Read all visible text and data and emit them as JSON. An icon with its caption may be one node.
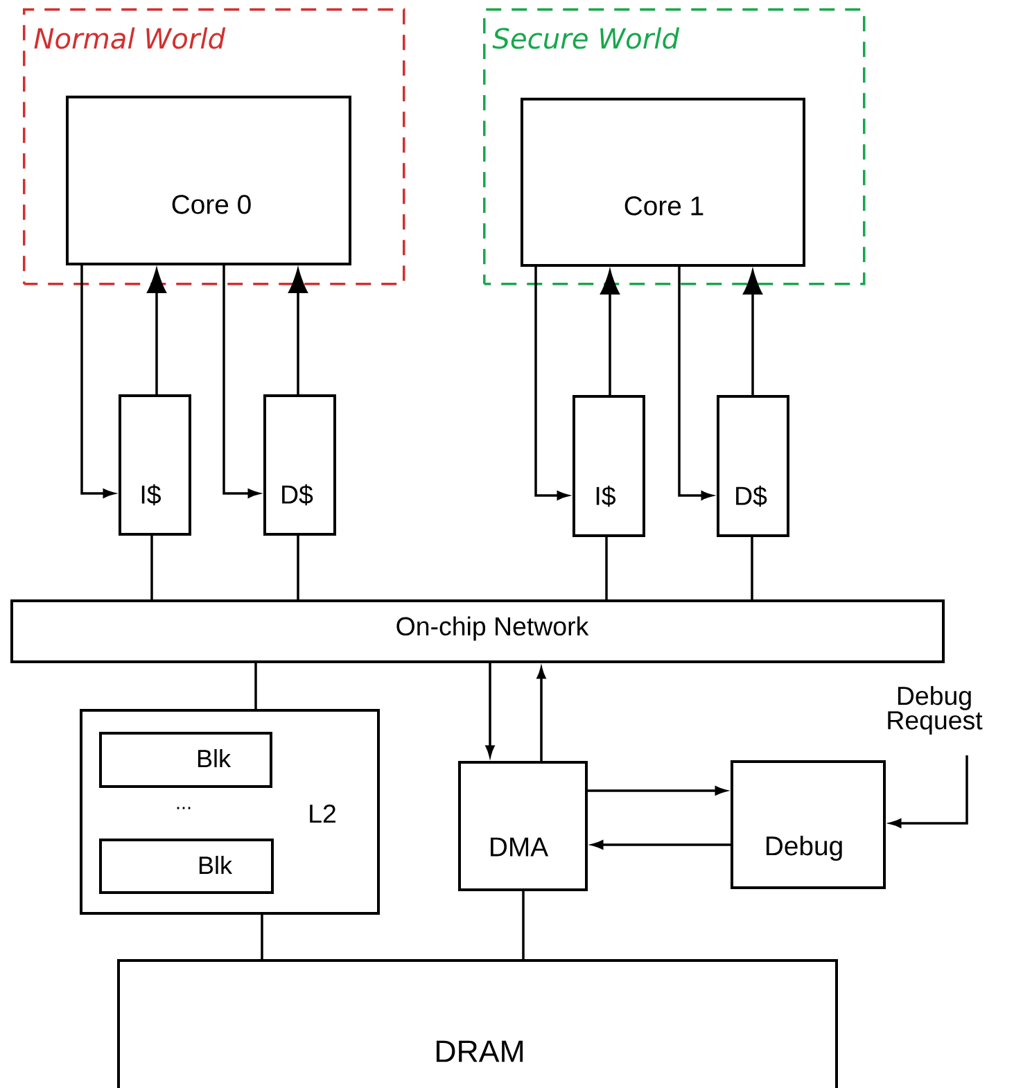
{
  "diagram": {
    "nodes": [
      {
        "text": [
          "Normal World"
        ]
      },
      {
        "text": [
          "Core 0"
        ],
        "in": 0
      },
      {
        "text": [
          "Secure World"
        ]
      },
      {
        "text": [
          "Core 1"
        ],
        "in": 2
      },
      {
        "text": [
          "I$"
        ]
      },
      {
        "text": [
          "D$"
        ]
      },
      {
        "text": [
          "I$"
        ]
      },
      {
        "text": [
          "D$"
        ]
      },
      {
        "text": [
          "On-chip Network"
        ]
      },
      {
        "text": [
          "L2"
        ]
      },
      {
        "text": [
          "Blk"
        ],
        "in": 9
      },
      {
        "text": [
          "Blk"
        ],
        "in": 9
      },
      {
        "text": [
          "DMA"
        ]
      },
      {
        "text": [
          "Debug"
        ]
      },
      {
        "text": [
          "DRAM"
        ]
      }
    ],
    "edges": [
      {
        "from": 1,
        "to": 4,
        "arrow": "to"
      },
      {
        "from": 4,
        "to": 1,
        "arrow": "to"
      },
      {
        "from": 1,
        "to": 5,
        "arrow": "to"
      },
      {
        "from": 5,
        "to": 1,
        "arrow": "to"
      },
      {
        "from": 3,
        "to": 6,
        "arrow": "to"
      },
      {
        "from": 6,
        "to": 3,
        "arrow": "to"
      },
      {
        "from": 3,
        "to": 7,
        "arrow": "to"
      },
      {
        "from": 7,
        "to": 3,
        "arrow": "to"
      },
      {
        "from": 4,
        "to": 8,
        "arrow": "none"
      },
      {
        "from": 5,
        "to": 8,
        "arrow": "none"
      },
      {
        "from": 6,
        "to": 8,
        "arrow": "none"
      },
      {
        "from": 7,
        "to": 8,
        "arrow": "none"
      },
      {
        "from": 8,
        "to": 9,
        "arrow": "none"
      },
      {
        "from": 8,
        "to": 12,
        "arrow": "to"
      },
      {
        "from": 12,
        "to": 8,
        "arrow": "to"
      },
      {
        "from": 12,
        "to": 13,
        "arrow": "to"
      },
      {
        "from": 13,
        "to": 12,
        "arrow": "to"
      },
      {
        "from": null,
        "to": 13,
        "arrow": "to",
        "label": "Debug Request"
      },
      {
        "from": 9,
        "to": 14,
        "arrow": "none"
      },
      {
        "from": 12,
        "to": 14,
        "arrow": "none"
      }
    ],
    "labels": [
      "..."
    ]
  }
}
